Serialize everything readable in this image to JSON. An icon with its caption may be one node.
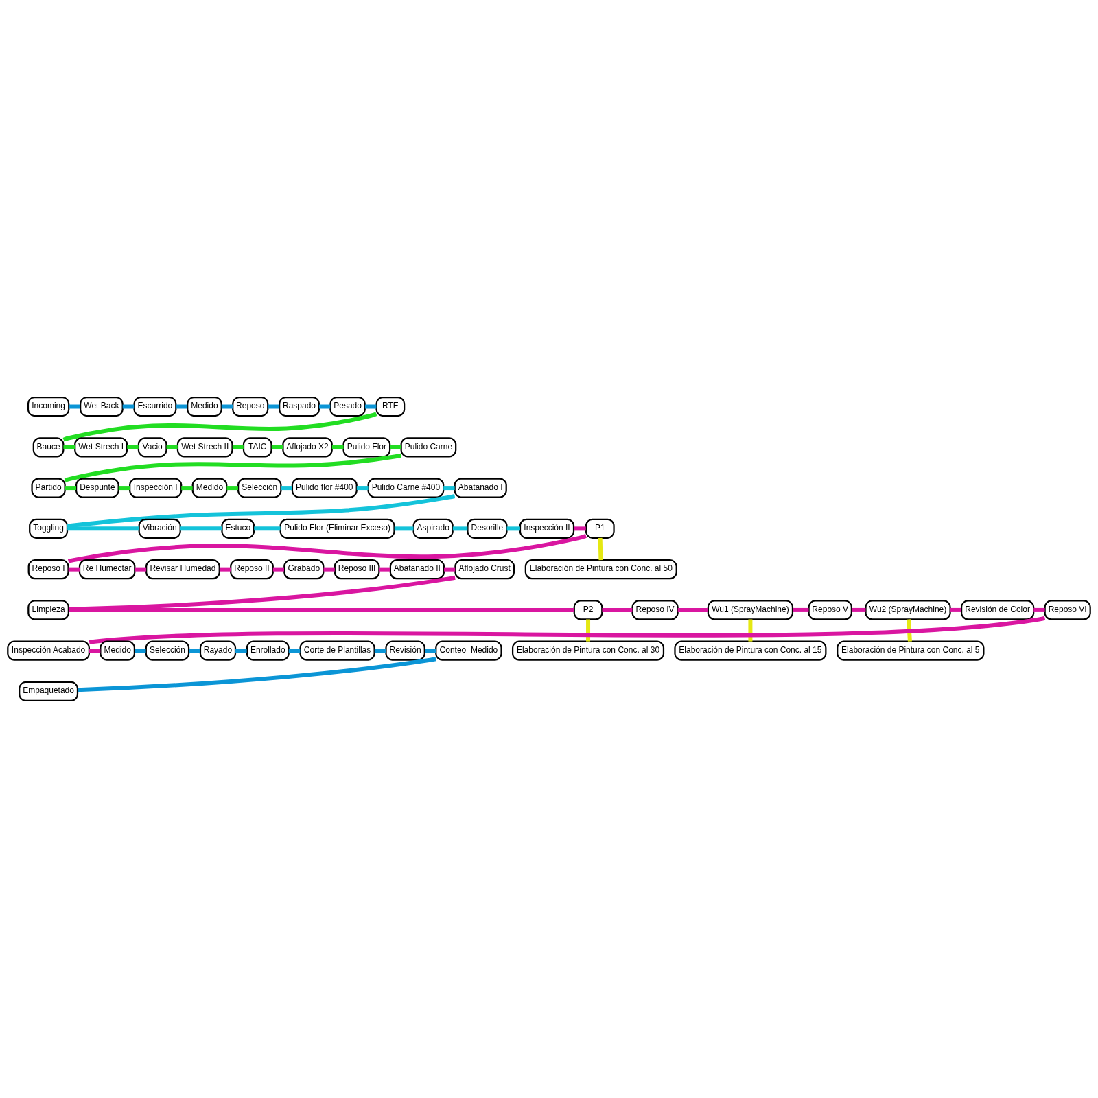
{
  "diagram": {
    "nodes": [
      {
        "text": [
          "Incoming"
        ]
      },
      {
        "text": [
          "Wet Back"
        ]
      },
      {
        "text": [
          "Escurrido"
        ]
      },
      {
        "text": [
          "Medido"
        ]
      },
      {
        "text": [
          "Reposo"
        ]
      },
      {
        "text": [
          "Raspado"
        ]
      },
      {
        "text": [
          "Pesado"
        ]
      },
      {
        "text": [
          "RTE"
        ]
      },
      {
        "text": [
          "Bauce"
        ]
      },
      {
        "text": [
          "Wet Strech I"
        ]
      },
      {
        "text": [
          "Vacio"
        ]
      },
      {
        "text": [
          "Wet Strech II"
        ]
      },
      {
        "text": [
          "TAIC"
        ]
      },
      {
        "text": [
          "Aflojado X2"
        ]
      },
      {
        "text": [
          "Pulido Flor"
        ]
      },
      {
        "text": [
          "Pulido Carne"
        ]
      },
      {
        "text": [
          "Partido"
        ]
      },
      {
        "text": [
          "Despunte"
        ]
      },
      {
        "text": [
          "Inspección I"
        ]
      },
      {
        "text": [
          "Medido"
        ]
      },
      {
        "text": [
          "Selección"
        ]
      },
      {
        "text": [
          "Pulido flor #400"
        ]
      },
      {
        "text": [
          "Pulido Carne #400"
        ]
      },
      {
        "text": [
          "Abatanado I"
        ]
      },
      {
        "text": [
          "Toggling"
        ]
      },
      {
        "text": [
          "Vibración"
        ]
      },
      {
        "text": [
          "Estuco"
        ]
      },
      {
        "text": [
          "Pulido Flor (Eliminar Exceso)"
        ]
      },
      {
        "text": [
          "Aspirado"
        ]
      },
      {
        "text": [
          "Desorille"
        ]
      },
      {
        "text": [
          "Inspección II"
        ]
      },
      {
        "text": [
          "P1"
        ]
      },
      {
        "text": [
          "Elaboración de Pintura con Conc. al 50"
        ]
      },
      {
        "text": [
          "Reposo I"
        ]
      },
      {
        "text": [
          "Re Humectar"
        ]
      },
      {
        "text": [
          "Revisar Humedad"
        ]
      },
      {
        "text": [
          "Reposo II"
        ]
      },
      {
        "text": [
          "Grabado"
        ]
      },
      {
        "text": [
          "Reposo III"
        ]
      },
      {
        "text": [
          "Abatanado II"
        ]
      },
      {
        "text": [
          "Aflojado Crust"
        ]
      },
      {
        "text": [
          "Limpieza"
        ]
      },
      {
        "text": [
          "P2"
        ]
      },
      {
        "text": [
          "Elaboración de Pintura con Conc. al 30"
        ]
      },
      {
        "text": [
          "Reposo IV"
        ]
      },
      {
        "text": [
          "Wu1 (SprayMachine)"
        ]
      },
      {
        "text": [
          "Elaboración de Pintura con Conc. al 15"
        ]
      },
      {
        "text": [
          "Reposo V"
        ]
      },
      {
        "text": [
          "Wu2 (SprayMachine)"
        ]
      },
      {
        "text": [
          "Elaboración de Pintura con Conc. al 5"
        ]
      },
      {
        "text": [
          "Revisión de Color"
        ]
      },
      {
        "text": [
          "Reposo VI"
        ]
      },
      {
        "text": [
          "Inspección Acabado"
        ]
      },
      {
        "text": [
          "Medido"
        ]
      },
      {
        "text": [
          "Selección"
        ]
      },
      {
        "text": [
          "Rayado"
        ]
      },
      {
        "text": [
          "Enrollado"
        ]
      },
      {
        "text": [
          "Corte de Plantillas"
        ]
      },
      {
        "text": [
          "Revisión"
        ]
      },
      {
        "text": [
          "Conteo  Medido"
        ]
      },
      {
        "text": [
          "Empaquetado"
        ]
      }
    ],
    "edges": [
      {
        "from": 0,
        "to": 1,
        "arrow": "none",
        "color": "#0b95d6"
      },
      {
        "from": 1,
        "to": 2,
        "arrow": "none",
        "color": "#0b95d6"
      },
      {
        "from": 2,
        "to": 3,
        "arrow": "none",
        "color": "#0b95d6"
      },
      {
        "from": 3,
        "to": 4,
        "arrow": "none",
        "color": "#0b95d6"
      },
      {
        "from": 4,
        "to": 5,
        "arrow": "none",
        "color": "#0b95d6"
      },
      {
        "from": 5,
        "to": 6,
        "arrow": "none",
        "color": "#0b95d6"
      },
      {
        "from": 6,
        "to": 7,
        "arrow": "none",
        "color": "#0b95d6"
      },
      {
        "from": 7,
        "to": 8,
        "arrow": "none",
        "color": "#22dd22"
      },
      {
        "from": 8,
        "to": 9,
        "arrow": "none",
        "color": "#22dd22"
      },
      {
        "from": 9,
        "to": 10,
        "arrow": "none",
        "color": "#22dd22"
      },
      {
        "from": 10,
        "to": 11,
        "arrow": "none",
        "color": "#22dd22"
      },
      {
        "from": 11,
        "to": 12,
        "arrow": "none",
        "color": "#22dd22"
      },
      {
        "from": 12,
        "to": 13,
        "arrow": "none",
        "color": "#22dd22"
      },
      {
        "from": 13,
        "to": 14,
        "arrow": "none",
        "color": "#22dd22"
      },
      {
        "from": 14,
        "to": 15,
        "arrow": "none",
        "color": "#22dd22"
      },
      {
        "from": 15,
        "to": 16,
        "arrow": "none",
        "color": "#22dd22"
      },
      {
        "from": 16,
        "to": 17,
        "arrow": "none",
        "color": "#22dd22"
      },
      {
        "from": 17,
        "to": 18,
        "arrow": "none",
        "color": "#22dd22"
      },
      {
        "from": 18,
        "to": 19,
        "arrow": "none",
        "color": "#22dd22"
      },
      {
        "from": 19,
        "to": 20,
        "arrow": "none",
        "color": "#22dd22"
      },
      {
        "from": 20,
        "to": 21,
        "arrow": "none",
        "color": "#14c3da"
      },
      {
        "from": 21,
        "to": 22,
        "arrow": "none",
        "color": "#14c3da"
      },
      {
        "from": 22,
        "to": 23,
        "arrow": "none",
        "color": "#14c3da"
      },
      {
        "from": 23,
        "to": 24,
        "arrow": "none",
        "color": "#14c3da"
      },
      {
        "from": 24,
        "to": 25,
        "arrow": "none",
        "color": "#14c3da"
      },
      {
        "from": 25,
        "to": 26,
        "arrow": "none",
        "color": "#14c3da"
      },
      {
        "from": 26,
        "to": 27,
        "arrow": "none",
        "color": "#14c3da"
      },
      {
        "from": 27,
        "to": 28,
        "arrow": "none",
        "color": "#14c3da"
      },
      {
        "from": 28,
        "to": 29,
        "arrow": "none",
        "color": "#14c3da"
      },
      {
        "from": 29,
        "to": 30,
        "arrow": "none",
        "color": "#14c3da"
      },
      {
        "from": 30,
        "to": 31,
        "arrow": "none",
        "color": "#d916a0"
      },
      {
        "from": 31,
        "to": 32,
        "arrow": "none",
        "color": "#e5e812"
      },
      {
        "from": 31,
        "to": 33,
        "arrow": "none",
        "color": "#d916a0"
      },
      {
        "from": 33,
        "to": 34,
        "arrow": "none",
        "color": "#d916a0"
      },
      {
        "from": 34,
        "to": 35,
        "arrow": "none",
        "color": "#d916a0"
      },
      {
        "from": 35,
        "to": 36,
        "arrow": "none",
        "color": "#d916a0"
      },
      {
        "from": 36,
        "to": 37,
        "arrow": "none",
        "color": "#d916a0"
      },
      {
        "from": 37,
        "to": 38,
        "arrow": "none",
        "color": "#d916a0"
      },
      {
        "from": 38,
        "to": 39,
        "arrow": "none",
        "color": "#d916a0"
      },
      {
        "from": 39,
        "to": 40,
        "arrow": "none",
        "color": "#d916a0"
      },
      {
        "from": 40,
        "to": 41,
        "arrow": "none",
        "color": "#d916a0"
      },
      {
        "from": 41,
        "to": 42,
        "arrow": "none",
        "color": "#d916a0"
      },
      {
        "from": 42,
        "to": 43,
        "arrow": "none",
        "color": "#e5e812"
      },
      {
        "from": 42,
        "to": 44,
        "arrow": "none",
        "color": "#d916a0"
      },
      {
        "from": 44,
        "to": 45,
        "arrow": "none",
        "color": "#d916a0"
      },
      {
        "from": 45,
        "to": 46,
        "arrow": "none",
        "color": "#e5e812"
      },
      {
        "from": 45,
        "to": 47,
        "arrow": "none",
        "color": "#d916a0"
      },
      {
        "from": 47,
        "to": 48,
        "arrow": "none",
        "color": "#d916a0"
      },
      {
        "from": 48,
        "to": 49,
        "arrow": "none",
        "color": "#e5e812"
      },
      {
        "from": 48,
        "to": 50,
        "arrow": "none",
        "color": "#d916a0"
      },
      {
        "from": 50,
        "to": 51,
        "arrow": "none",
        "color": "#d916a0"
      },
      {
        "from": 51,
        "to": 52,
        "arrow": "none",
        "color": "#d916a0"
      },
      {
        "from": 52,
        "to": 53,
        "arrow": "none",
        "color": "#d916a0"
      },
      {
        "from": 53,
        "to": 54,
        "arrow": "none",
        "color": "#0b95d6"
      },
      {
        "from": 54,
        "to": 55,
        "arrow": "none",
        "color": "#0b95d6"
      },
      {
        "from": 55,
        "to": 56,
        "arrow": "none",
        "color": "#0b95d6"
      },
      {
        "from": 56,
        "to": 57,
        "arrow": "none",
        "color": "#0b95d6"
      },
      {
        "from": 57,
        "to": 58,
        "arrow": "none",
        "color": "#0b95d6"
      },
      {
        "from": 58,
        "to": 59,
        "arrow": "none",
        "color": "#0b95d6"
      },
      {
        "from": 59,
        "to": 60,
        "arrow": "none",
        "color": "#0b95d6"
      }
    ]
  }
}
